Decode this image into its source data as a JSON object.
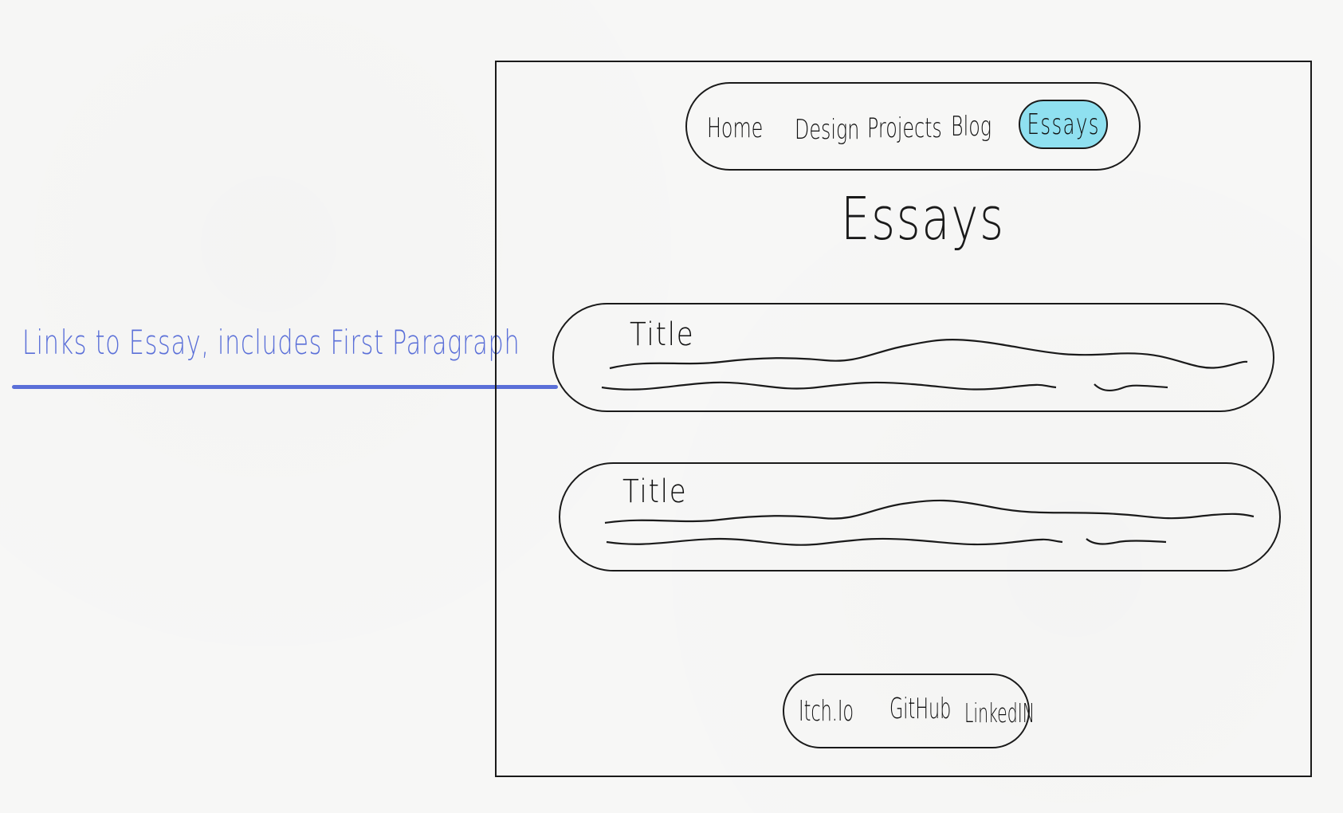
{
  "annotation": {
    "text": "Links to Essay, includes First Paragraph",
    "color": "#5a6fd8"
  },
  "nav": {
    "items": [
      {
        "label": "Home"
      },
      {
        "label": "Design"
      },
      {
        "label": "Projects"
      },
      {
        "label": "Blog"
      },
      {
        "label": "Essays",
        "active": true
      }
    ],
    "active_color": "#8fe0f0"
  },
  "page": {
    "title": "Essays"
  },
  "essays": [
    {
      "title": "Title"
    },
    {
      "title": "Title"
    }
  ],
  "footer": {
    "links": [
      {
        "label": "Itch.Io"
      },
      {
        "label": "GitHub"
      },
      {
        "label": "LinkedIN"
      }
    ]
  }
}
